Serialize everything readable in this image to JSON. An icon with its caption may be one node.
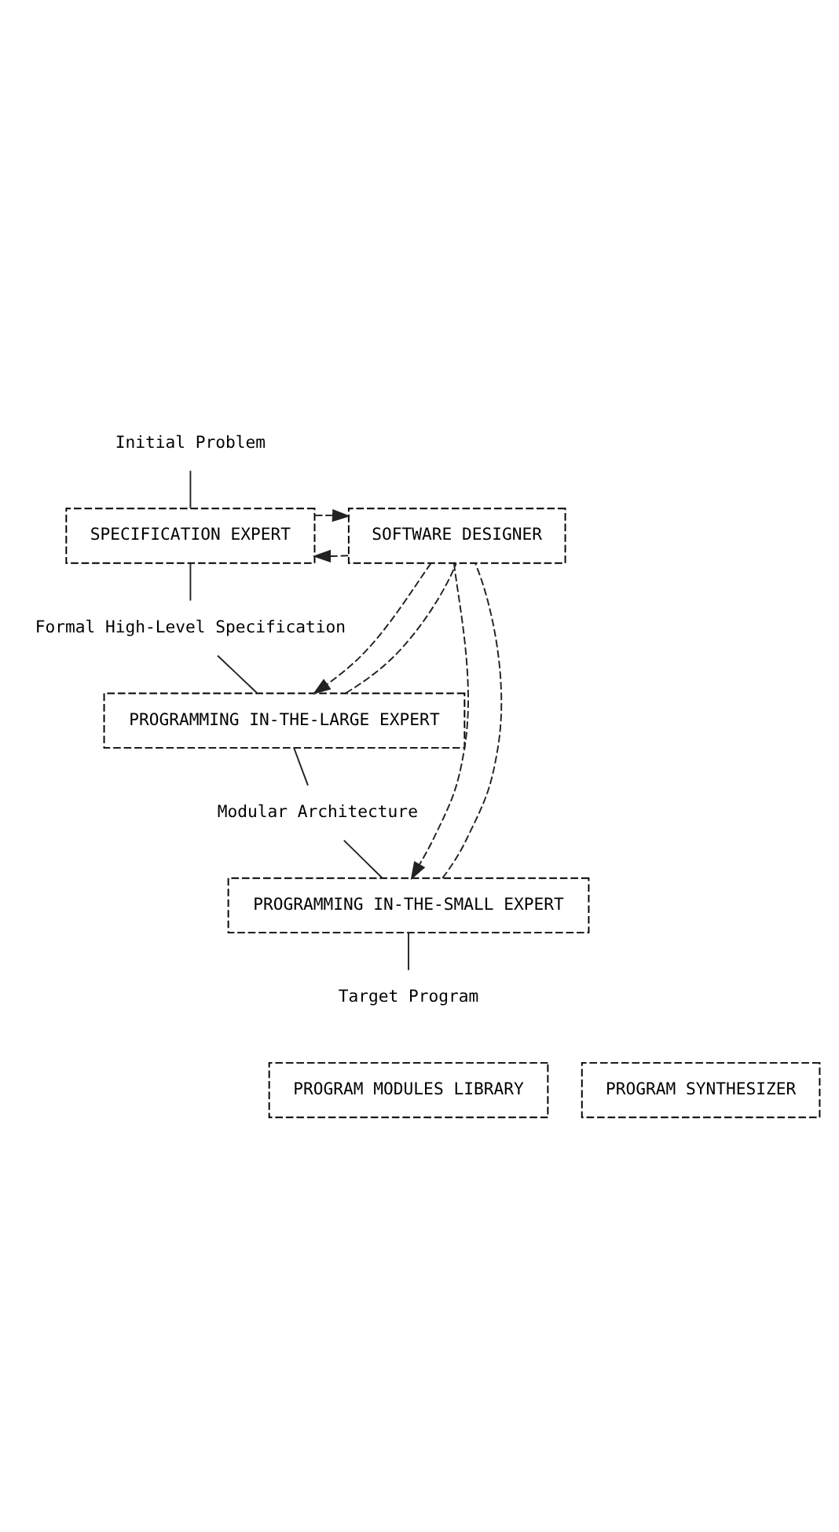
{
  "diagram": {
    "nodes": [
      {
        "text": [
          "Initial Problem"
        ]
      },
      {
        "text": [
          "SOFTWARE DESIGNER"
        ]
      },
      {
        "text": [
          "SPECIFICATION EXPERT"
        ]
      },
      {
        "text": [
          "Formal High-Level Specification"
        ]
      },
      {
        "text": [
          "PROGRAMMING IN-THE-LARGE EXPERT"
        ]
      },
      {
        "text": [
          "Modular Architecture"
        ]
      },
      {
        "text": [
          "PROGRAMMING IN-THE-SMALL EXPERT"
        ]
      },
      {
        "text": [
          "Target Program"
        ]
      },
      {
        "text": [
          "PROGRAM MODULES LIBRARY"
        ]
      },
      {
        "text": [
          "PROGRAM SYNTHESIZER"
        ]
      }
    ],
    "edges": [
      {
        "from": 0,
        "to": 2,
        "arrow": "none"
      },
      {
        "from": 1,
        "to": 2,
        "arrow": "to",
        "style": "dashed"
      },
      {
        "from": 2,
        "to": 1,
        "arrow": "to",
        "style": "dashed"
      },
      {
        "from": 2,
        "to": 3,
        "arrow": "none"
      },
      {
        "from": 3,
        "to": 4,
        "arrow": "none"
      },
      {
        "from": 1,
        "to": 4,
        "arrow": "to",
        "style": "dashed"
      },
      {
        "from": 4,
        "to": 1,
        "arrow": "none",
        "style": "dashed"
      },
      {
        "from": 4,
        "to": 5,
        "arrow": "none"
      },
      {
        "from": 5,
        "to": 6,
        "arrow": "none"
      },
      {
        "from": 1,
        "to": 6,
        "arrow": "to",
        "style": "dashed"
      },
      {
        "from": 6,
        "to": 1,
        "arrow": "none",
        "style": "dashed"
      },
      {
        "from": 6,
        "to": 7,
        "arrow": "none"
      }
    ]
  }
}
